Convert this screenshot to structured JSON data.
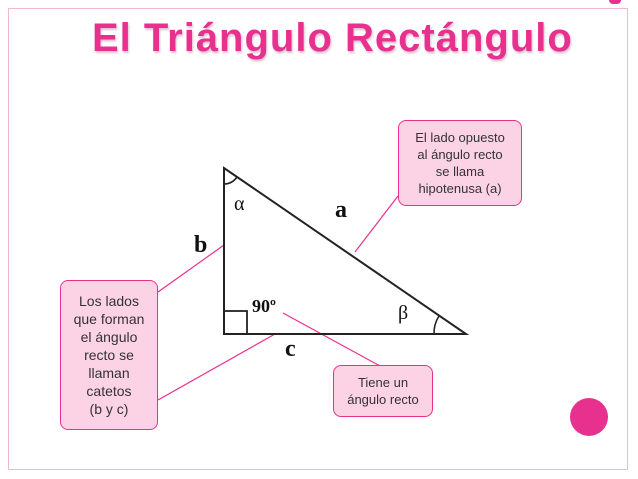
{
  "title": "El Triángulo Rectángulo",
  "labels": {
    "a": "a",
    "b": "b",
    "c": "c",
    "alpha": "α",
    "beta": "β",
    "right_angle": "90º"
  },
  "callouts": {
    "hypotenuse": [
      "El lado opuesto",
      "al ángulo recto",
      "se llama",
      "hipotenusa (a)"
    ],
    "legs": [
      "Los lados",
      "que forman",
      "el ángulo",
      "recto se",
      "llaman",
      "catetos",
      "(b y c)"
    ],
    "right_angle": [
      "Tiene un",
      "ángulo recto"
    ]
  },
  "colors": {
    "accent": "#e8318e",
    "callout_fill": "#fbd3e5",
    "line": "#222222"
  }
}
